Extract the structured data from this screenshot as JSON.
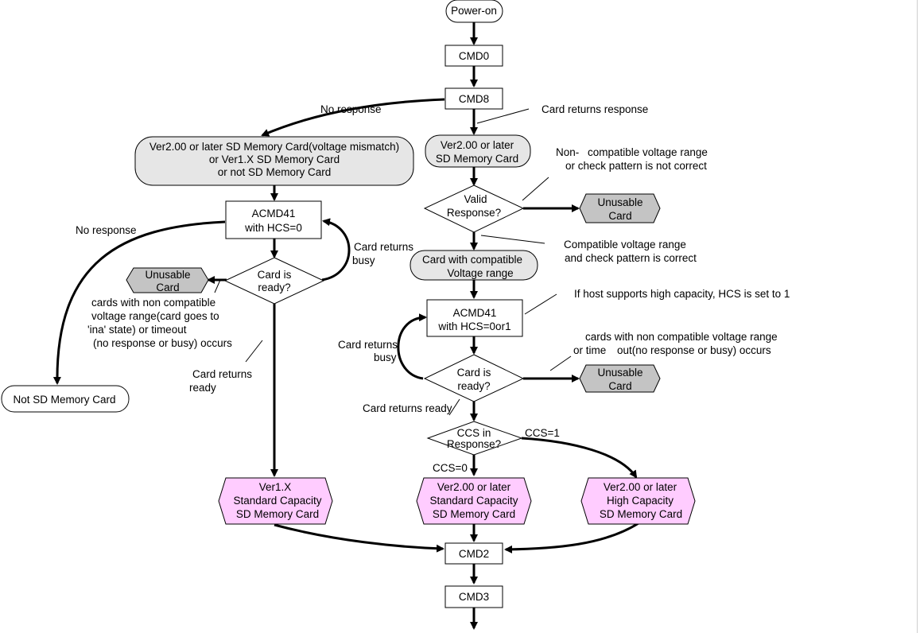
{
  "nodes": {
    "power_on": "Power-on",
    "cmd0": "CMD0",
    "cmd8": "CMD8",
    "mismatch": [
      "Ver2.00 or later SD Memory Card(voltage mismatch)",
      "or Ver1.X SD Memory Card",
      "or not SD Memory Card"
    ],
    "ver2_card": [
      "Ver2.00 or later",
      "SD Memory Card"
    ],
    "acmd41_left": [
      "ACMD41",
      "with HCS=0"
    ],
    "card_ready_left": [
      "Card is",
      "ready?"
    ],
    "unusable_left": [
      "Unusable",
      "Card"
    ],
    "not_sd": "Not SD Memory Card",
    "valid_response": [
      "Valid",
      "Response?"
    ],
    "unusable_top": [
      "Unusable",
      "Card"
    ],
    "compat_card": [
      "Card with compatible",
      "Voltage range"
    ],
    "acmd41_right": [
      "ACMD41",
      "with HCS=0or1"
    ],
    "card_ready_right": [
      "Card is",
      "ready?"
    ],
    "unusable_right": [
      "Unusable",
      "Card"
    ],
    "ccs": [
      "CCS in",
      "Response?"
    ],
    "ver1x": [
      "Ver1.X",
      "Standard Capacity",
      "SD Memory Card"
    ],
    "ver2_std": [
      "Ver2.00 or later",
      "Standard Capacity",
      "SD Memory Card"
    ],
    "ver2_high": [
      "Ver2.00 or later",
      "High Capacity",
      "SD Memory Card"
    ],
    "cmd2": "CMD2",
    "cmd3": "CMD3"
  },
  "labels": {
    "no_response_top": "No response",
    "card_returns_response": "Card returns response",
    "non_compat_1": "Non-",
    "non_compat_2": "compatible voltage range",
    "non_compat_3": "or check pattern is not correct",
    "no_response_left": "No response",
    "busy_left_1": "Card returns",
    "busy_left_2": "busy",
    "compat_1": "Compatible voltage range",
    "compat_2": "and check pattern is correct",
    "hcs_note": "If host supports high capacity, HCS is set to 1",
    "noncompat_left": [
      "cards with non compatible",
      "voltage range(card goes to",
      "'ina' state) or timeout",
      "(no response or busy) occurs"
    ],
    "ready_left_1": "Card returns",
    "ready_left_2": "ready",
    "busy_right_1": "Card returns",
    "busy_right_2": "busy",
    "noncompat_right_1": "cards with non compatible voltage range",
    "noncompat_right_2a": "or time",
    "noncompat_right_2b": "out(no response or busy) occurs",
    "ready_right": "Card returns ready",
    "ccs1": "CCS=1",
    "ccs0": "CCS=0"
  }
}
